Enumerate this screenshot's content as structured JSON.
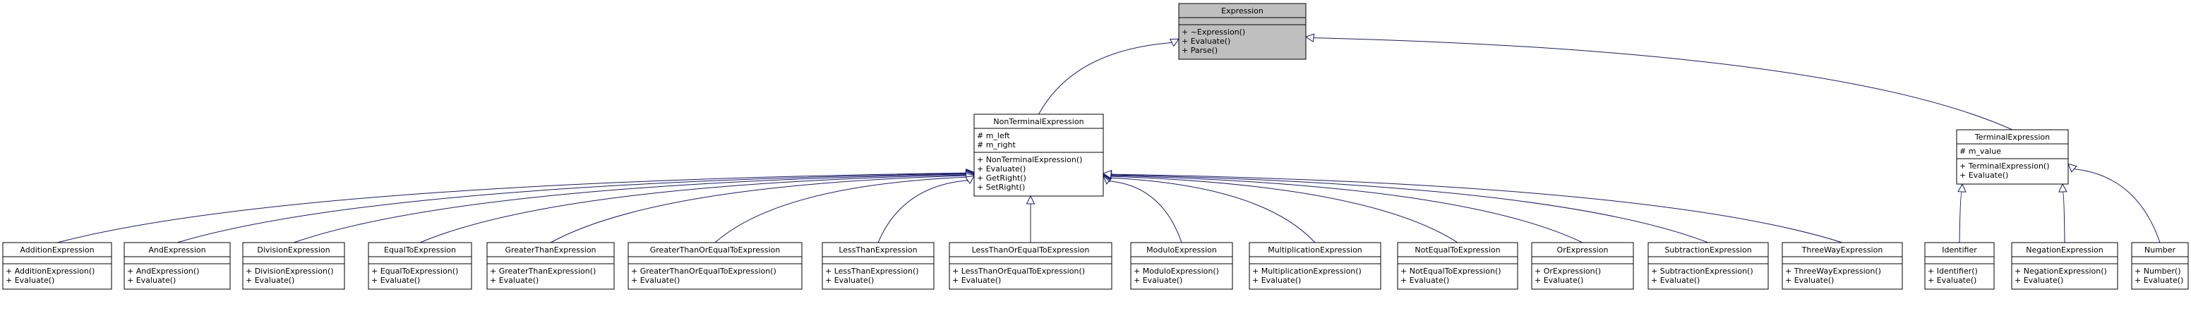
{
  "root": "Expression",
  "classes": [
    {
      "id": "Expression",
      "name": "Expression",
      "highlight": true,
      "attributes": [],
      "methods": [
        "+ ~Expression()",
        "+ Evaluate()",
        "+ Parse()"
      ]
    },
    {
      "id": "NonTerminalExpression",
      "name": "NonTerminalExpression",
      "parent": "Expression",
      "attributes": [
        "# m_left",
        "# m_right"
      ],
      "methods": [
        "+ NonTerminalExpression()",
        "+ Evaluate()",
        "+ GetRight()",
        "+ SetRight()"
      ]
    },
    {
      "id": "TerminalExpression",
      "name": "TerminalExpression",
      "parent": "Expression",
      "attributes": [
        "# m_value"
      ],
      "methods": [
        "+ TerminalExpression()",
        "+ Evaluate()"
      ]
    },
    {
      "id": "AdditionExpression",
      "name": "AdditionExpression",
      "parent": "NonTerminalExpression",
      "attributes": [],
      "methods": [
        "+ AdditionExpression()",
        "+ Evaluate()"
      ]
    },
    {
      "id": "AndExpression",
      "name": "AndExpression",
      "parent": "NonTerminalExpression",
      "attributes": [],
      "methods": [
        "+ AndExpression()",
        "+ Evaluate()"
      ]
    },
    {
      "id": "DivisionExpression",
      "name": "DivisionExpression",
      "parent": "NonTerminalExpression",
      "attributes": [],
      "methods": [
        "+ DivisionExpression()",
        "+ Evaluate()"
      ]
    },
    {
      "id": "EqualToExpression",
      "name": "EqualToExpression",
      "parent": "NonTerminalExpression",
      "attributes": [],
      "methods": [
        "+ EqualToExpression()",
        "+ Evaluate()"
      ]
    },
    {
      "id": "GreaterThanExpression",
      "name": "GreaterThanExpression",
      "parent": "NonTerminalExpression",
      "attributes": [],
      "methods": [
        "+ GreaterThanExpression()",
        "+ Evaluate()"
      ]
    },
    {
      "id": "GreaterThanOrEqualToExpression",
      "name": "GreaterThanOrEqualToExpression",
      "parent": "NonTerminalExpression",
      "attributes": [],
      "methods": [
        "+ GreaterThanOrEqualToExpression()",
        "+ Evaluate()"
      ]
    },
    {
      "id": "LessThanExpression",
      "name": "LessThanExpression",
      "parent": "NonTerminalExpression",
      "attributes": [],
      "methods": [
        "+ LessThanExpression()",
        "+ Evaluate()"
      ]
    },
    {
      "id": "LessThanOrEqualToExpression",
      "name": "LessThanOrEqualToExpression",
      "parent": "NonTerminalExpression",
      "attributes": [],
      "methods": [
        "+ LessThanOrEqualToExpression()",
        "+ Evaluate()"
      ]
    },
    {
      "id": "ModuloExpression",
      "name": "ModuloExpression",
      "parent": "NonTerminalExpression",
      "attributes": [],
      "methods": [
        "+ ModuloExpression()",
        "+ Evaluate()"
      ]
    },
    {
      "id": "MultiplicationExpression",
      "name": "MultiplicationExpression",
      "parent": "NonTerminalExpression",
      "attributes": [],
      "methods": [
        "+ MultiplicationExpression()",
        "+ Evaluate()"
      ]
    },
    {
      "id": "NotEqualToExpression",
      "name": "NotEqualToExpression",
      "parent": "NonTerminalExpression",
      "attributes": [],
      "methods": [
        "+ NotEqualToExpression()",
        "+ Evaluate()"
      ]
    },
    {
      "id": "OrExpression",
      "name": "OrExpression",
      "parent": "NonTerminalExpression",
      "attributes": [],
      "methods": [
        "+ OrExpression()",
        "+ Evaluate()"
      ]
    },
    {
      "id": "SubtractionExpression",
      "name": "SubtractionExpression",
      "parent": "NonTerminalExpression",
      "attributes": [],
      "methods": [
        "+ SubtractionExpression()",
        "+ Evaluate()"
      ]
    },
    {
      "id": "ThreeWayExpression",
      "name": "ThreeWayExpression",
      "parent": "NonTerminalExpression",
      "attributes": [],
      "methods": [
        "+ ThreeWayExpression()",
        "+ Evaluate()"
      ]
    },
    {
      "id": "Identifier",
      "name": "Identifier",
      "parent": "TerminalExpression",
      "attributes": [],
      "methods": [
        "+ Identifier()",
        "+ Evaluate()"
      ]
    },
    {
      "id": "NegationExpression",
      "name": "NegationExpression",
      "parent": "TerminalExpression",
      "attributes": [],
      "methods": [
        "+ NegationExpression()",
        "+ Evaluate()"
      ]
    },
    {
      "id": "Number",
      "name": "Number",
      "parent": "TerminalExpression",
      "attributes": [],
      "methods": [
        "+ Number()",
        "+ Evaluate()"
      ]
    }
  ],
  "colors": {
    "edge": "#191970",
    "highlight_fill": "#bfbfbf",
    "box_fill": "#ffffff",
    "border": "#000000"
  }
}
